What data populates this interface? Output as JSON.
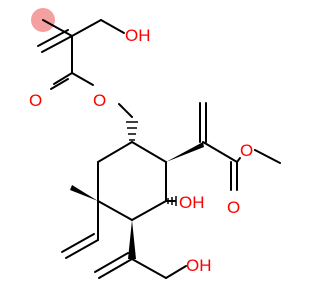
{
  "colors": {
    "bond": "#000000",
    "oxygen": "#ff0000",
    "highlight": "#f4a0a0",
    "background": "#ffffff"
  },
  "atoms": {
    "hydroxyl_top": "OH",
    "ester_oxygen_ring": "O",
    "carbonyl_oxygen_left": "O",
    "hydroxyl_ring": "OH",
    "methyl_ester_oxygen": "O",
    "carbonyl_oxygen_right": "O",
    "hydroxyl_bottom": "OH"
  }
}
